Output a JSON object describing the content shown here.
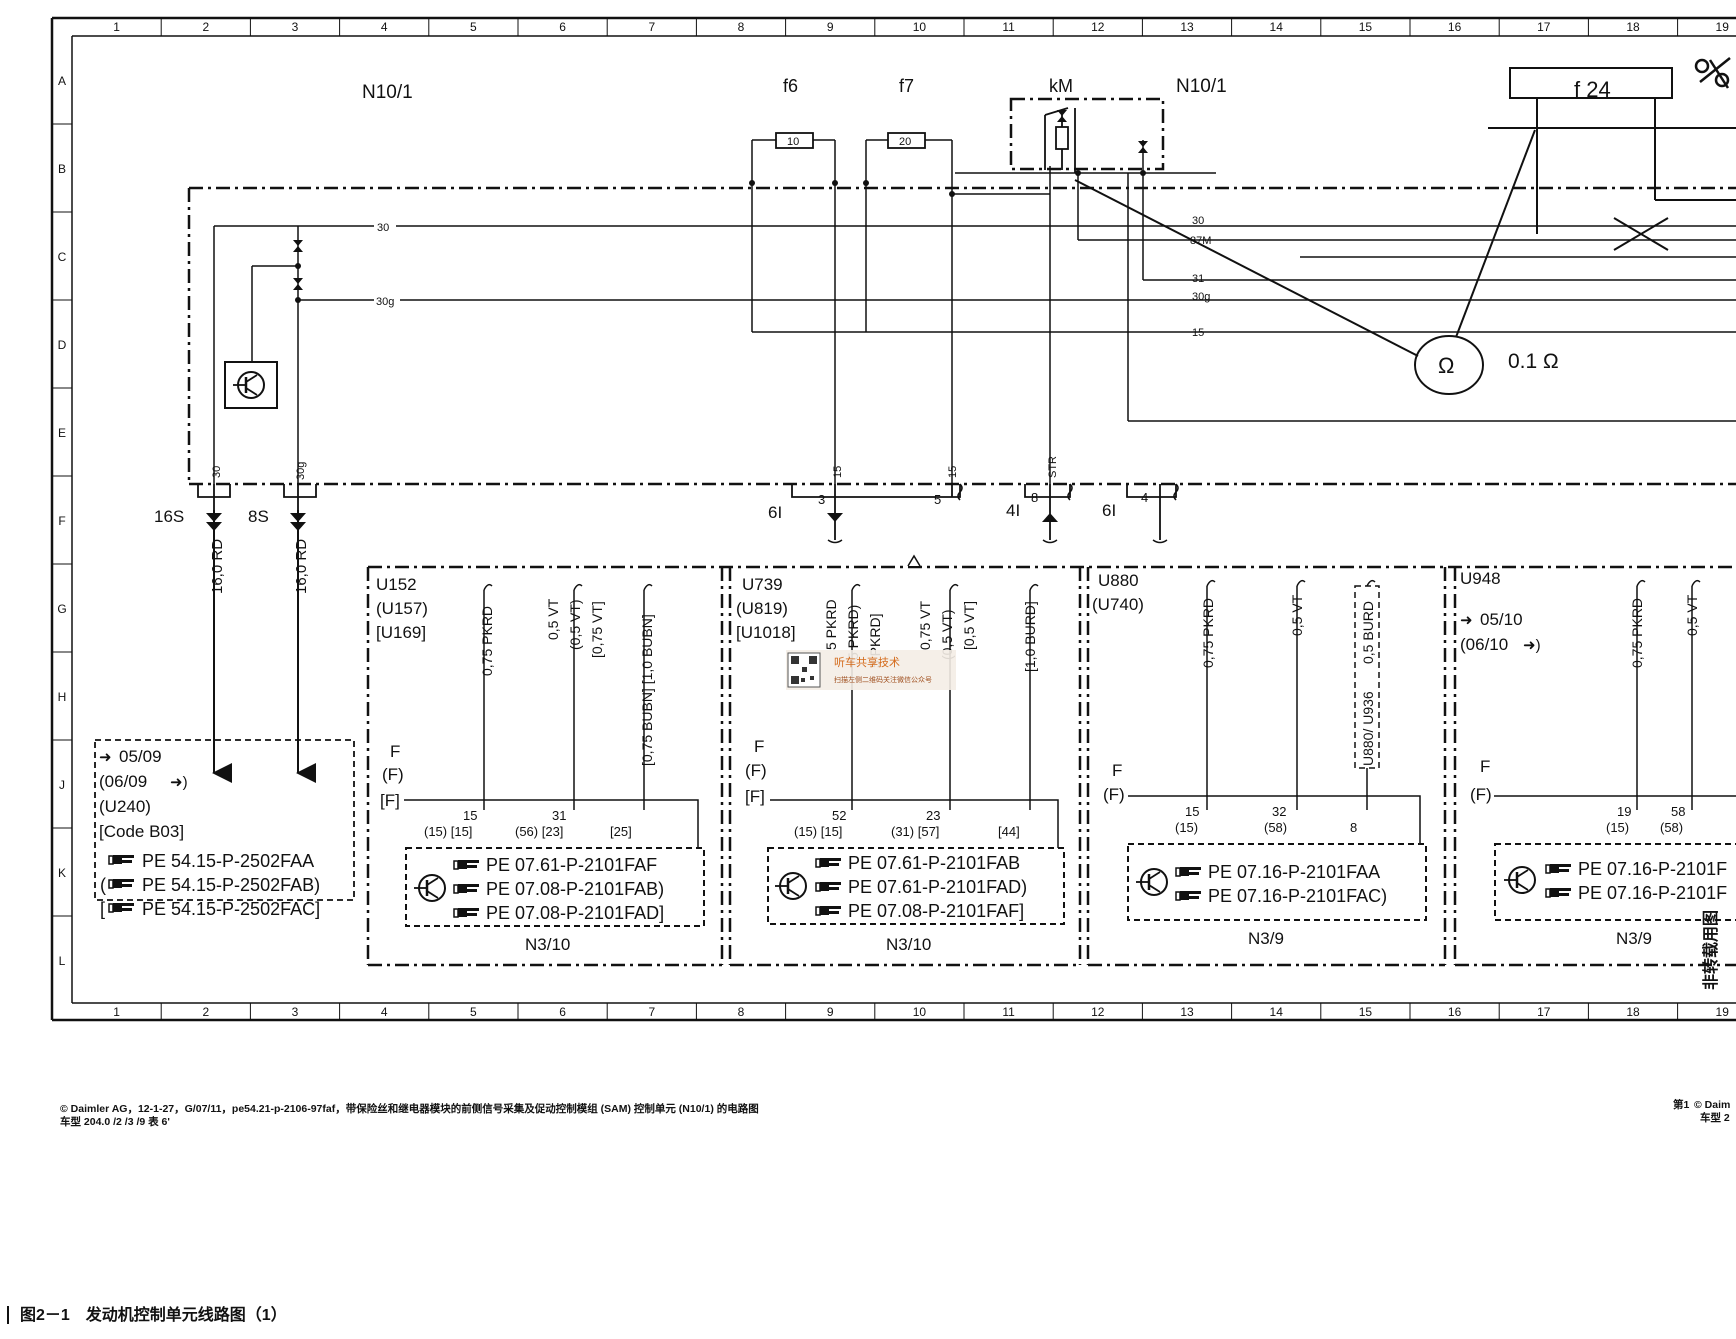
{
  "grid": {
    "columns": [
      "1",
      "2",
      "3",
      "4",
      "5",
      "6",
      "7",
      "8",
      "9",
      "10",
      "11",
      "12",
      "13",
      "14",
      "15",
      "16",
      "17",
      "18",
      "19"
    ],
    "rows": [
      "A",
      "B",
      "C",
      "D",
      "E",
      "F",
      "G",
      "H",
      "J",
      "K",
      "L"
    ]
  },
  "top_labels": {
    "n10_left": "N10/1",
    "f6": "f6",
    "f7": "f7",
    "km": "kM",
    "n10_right": "N10/1",
    "f24": "f 24"
  },
  "fuses": {
    "f6_value": "10",
    "f7_value": "20"
  },
  "buses": {
    "b30": "30",
    "b30g": "30g",
    "r30": "30",
    "r87m": "87M",
    "r31": "31",
    "r30g": "30g",
    "r15": "15"
  },
  "ohm": {
    "symbol": "Ω",
    "value": "0.1 Ω"
  },
  "pins": {
    "p30": "30",
    "p30g": "30g",
    "p15a": "15",
    "p15b": "15",
    "pstr": "STR"
  },
  "connectors": {
    "s16": "16S",
    "s8": "8S",
    "i6a": "6I",
    "i4": "4I",
    "i6b": "6I",
    "n3": "3",
    "n5": "5",
    "n8": "8",
    "n4": "4"
  },
  "wires": {
    "w1": "16,0 RD",
    "w2": "16,0 RD"
  },
  "codebox": {
    "l1": "05/09",
    "l2": "(06/09",
    "l3": "(U240)",
    "l4": "[Code B03]",
    "r1": "PE 54.15-P-2502FAA",
    "r2": "PE 54.15-P-2502FAB)",
    "r3": "PE 54.15-P-2502FAC]"
  },
  "block1": {
    "c1": "U152",
    "c2": "(U157)",
    "c3": "[U169]",
    "w1": "0,75 PKRD",
    "w2a": "0,5 VT",
    "w2b": "(0,5 VT)",
    "w2c": "[0,75 VT]",
    "w3": "[0,75 BUBN] [1,0 BUBN]",
    "f1": "F",
    "f2": "(F)",
    "f3": "[F]",
    "p1": "15",
    "p2": "31",
    "q1": "(15) [15]",
    "q2": "(56) [23]",
    "q3": "[25]",
    "r1": "PE 07.61-P-2101FAF",
    "r2": "PE 07.08-P-2101FAB)",
    "r3": "PE 07.08-P-2101FAD]",
    "name": "N3/10"
  },
  "block2": {
    "c1": "U739",
    "c2": "(U819)",
    "c3": "[U1018]",
    "w1a": "5 PKRD",
    "w1b": "5 PKRD)",
    "w1c": "5 PKRD]",
    "w2a": "0,75 VT",
    "w2b": "(0,5 VT)",
    "w2c": "[0,5 VT]",
    "w3": "[1,0 BURD]",
    "f1": "F",
    "f2": "(F)",
    "f3": "[F]",
    "p1": "52",
    "p2": "23",
    "q1": "(15) [15]",
    "q2": "(31) [57]",
    "q3": "[44]",
    "r1": "PE 07.61-P-2101FAB",
    "r2": "PE 07.61-P-2101FAD)",
    "r3": "PE 07.08-P-2101FAF]",
    "name": "N3/10"
  },
  "block3": {
    "c1": "U880",
    "c2": "(U740)",
    "w1": "0,75 PKRD",
    "w2": "0,5 VT",
    "w3": "0,5 BURD",
    "w4": "U880/ U936",
    "f1": "F",
    "f2": "(F)",
    "p1": "15",
    "p2": "32",
    "q1": "(15)",
    "q2": "(58)",
    "q3": "8",
    "r1": "PE 07.16-P-2101FAA",
    "r2": "PE 07.16-P-2101FAC)",
    "name": "N3/9"
  },
  "block4": {
    "c1": "U948",
    "c2": "05/10",
    "c3": "(06/10",
    "w1": "0,75 PKRD",
    "w2": "0,5 VT",
    "f1": "F",
    "f2": "(F)",
    "p1": "19",
    "p2": "58",
    "q1": "(15)",
    "q2": "(58)",
    "r1": "PE 07.16-P-2101F",
    "r2": "PE 07.16-P-2101F",
    "name": "N3/9"
  },
  "watermark": {
    "title": "听车共享技术",
    "sub": "扫描左侧二维码关注微信公众号"
  },
  "side_text": "非转载用图",
  "footer": {
    "line1": "© Daimler AG，12-1-27，G/07/11，pe54.21-p-2106-97faf，带保险丝和继电器模块的前侧信号采集及促动控制模组 (SAM) 控制单元 (N10/1) 的电路图",
    "line2": "车型 204.0 /2 /3 /9 表 6'",
    "right1": "第1",
    "right2": "© Daim",
    "right3": "车型 2"
  },
  "caption": "图2－1　发动机控制单元线路图（1）"
}
